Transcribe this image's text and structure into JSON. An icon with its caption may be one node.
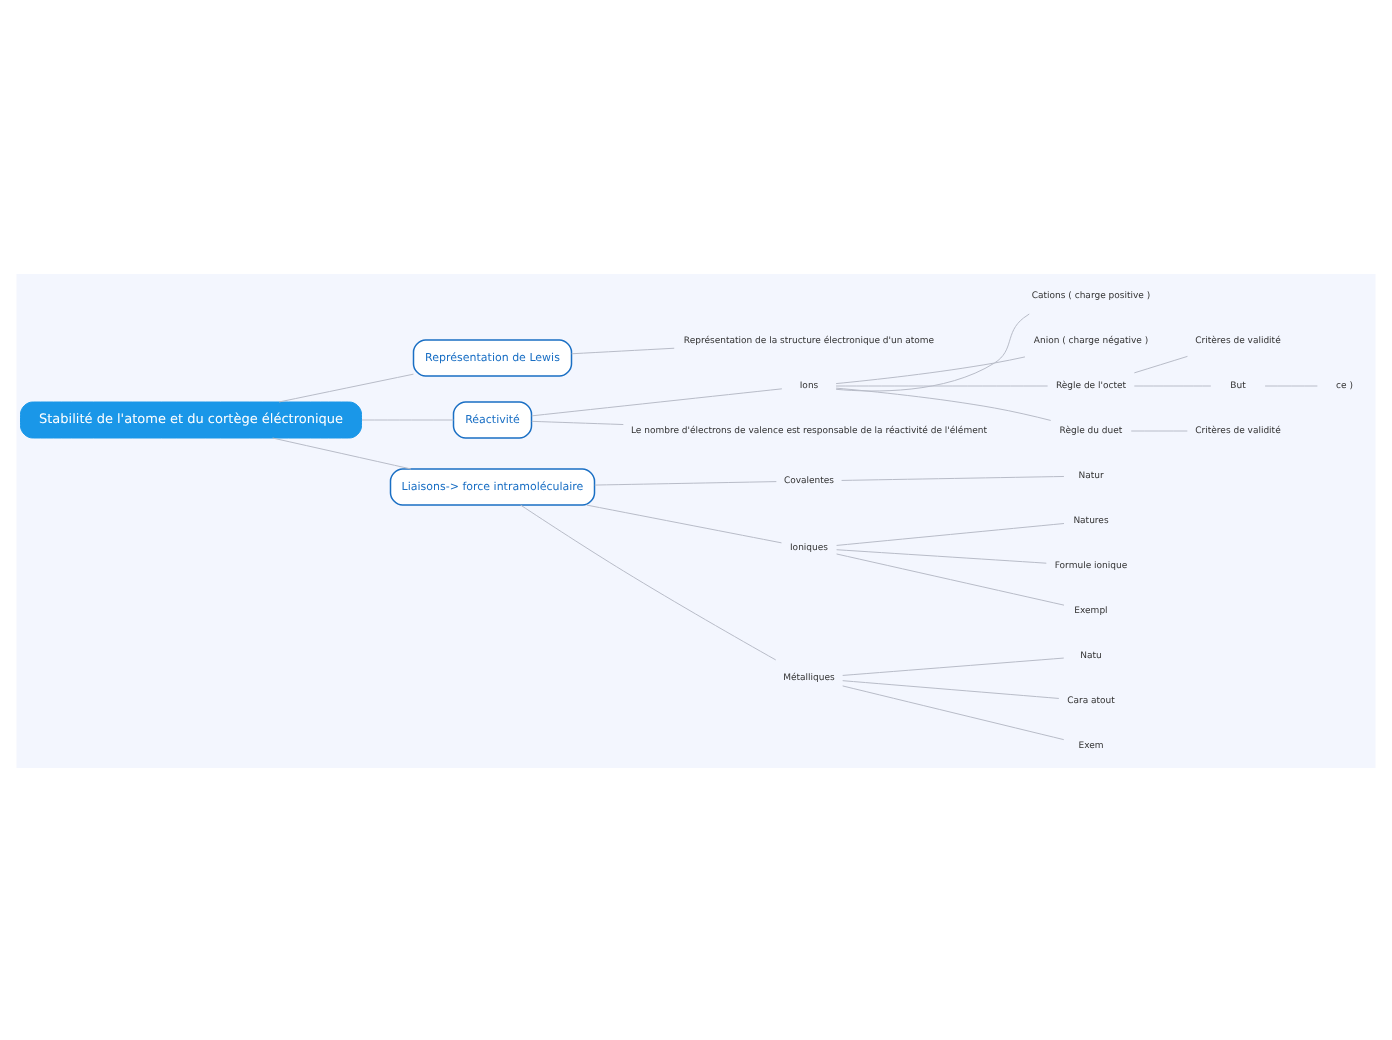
{
  "diagram": {
    "nodes": [
      {
        "text": [
          "Stabilité de l'atome et du cortège éléctronique"
        ]
      },
      {
        "text": [
          "Représentation de Lewis"
        ]
      },
      {
        "text": [
          "Représentation de la structure électronique d'un atome"
        ]
      },
      {
        "text": [
          "Réactivité"
        ]
      },
      {
        "text": [
          "Ions"
        ]
      },
      {
        "text": [
          "Cations ( charge positive )"
        ]
      },
      {
        "text": [
          "Anion ( charge négative )"
        ]
      },
      {
        "text": [
          "Règle de l'octet"
        ]
      },
      {
        "text": [
          "Critères de validité"
        ]
      },
      {
        "text": [
          "But"
        ]
      },
      {
        "text": [
          "ce )"
        ]
      },
      {
        "text": [
          "Règle du duet"
        ]
      },
      {
        "text": [
          "Critères de validité"
        ]
      },
      {
        "text": [
          "Le nombre d'électrons de valence est responsable de la réactivité de l'élément"
        ]
      },
      {
        "text": [
          "Liaisons-> force intramoléculaire"
        ]
      },
      {
        "text": [
          "Covalentes"
        ]
      },
      {
        "text": [
          "Natur"
        ]
      },
      {
        "text": [
          "Ioniques"
        ]
      },
      {
        "text": [
          "Natures"
        ]
      },
      {
        "text": [
          "Formule ionique"
        ]
      },
      {
        "text": [
          "Exempl"
        ]
      },
      {
        "text": [
          "Métalliques"
        ]
      },
      {
        "text": [
          "Natu"
        ]
      },
      {
        "text": [
          "Cara atout"
        ]
      },
      {
        "text": [
          "Exem"
        ]
      }
    ],
    "edges": [
      {
        "from": 0,
        "to": 1,
        "arrow": "none"
      },
      {
        "from": 1,
        "to": 2,
        "arrow": "none"
      },
      {
        "from": 0,
        "to": 3,
        "arrow": "none"
      },
      {
        "from": 3,
        "to": 4,
        "arrow": "none"
      },
      {
        "from": 4,
        "to": 5,
        "arrow": "none"
      },
      {
        "from": 4,
        "to": 6,
        "arrow": "none"
      },
      {
        "from": 4,
        "to": 7,
        "arrow": "none"
      },
      {
        "from": 7,
        "to": 8,
        "arrow": "none"
      },
      {
        "from": 7,
        "to": 9,
        "arrow": "none"
      },
      {
        "from": 9,
        "to": 10,
        "arrow": "none"
      },
      {
        "from": 4,
        "to": 11,
        "arrow": "none"
      },
      {
        "from": 11,
        "to": 12,
        "arrow": "none"
      },
      {
        "from": 3,
        "to": 13,
        "arrow": "none"
      },
      {
        "from": 0,
        "to": 14,
        "arrow": "none"
      },
      {
        "from": 14,
        "to": 15,
        "arrow": "none"
      },
      {
        "from": 15,
        "to": 16,
        "arrow": "none"
      },
      {
        "from": 14,
        "to": 17,
        "arrow": "none"
      },
      {
        "from": 17,
        "to": 18,
        "arrow": "none"
      },
      {
        "from": 17,
        "to": 19,
        "arrow": "none"
      },
      {
        "from": 17,
        "to": 20,
        "arrow": "none"
      },
      {
        "from": 14,
        "to": 21,
        "arrow": "none"
      },
      {
        "from": 21,
        "to": 22,
        "arrow": "none"
      },
      {
        "from": 21,
        "to": 23,
        "arrow": "none"
      },
      {
        "from": 21,
        "to": 24,
        "arrow": "none"
      }
    ]
  }
}
